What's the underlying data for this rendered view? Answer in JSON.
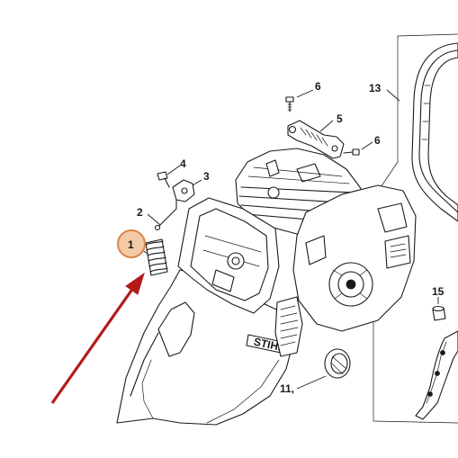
{
  "diagram": {
    "callouts": [
      {
        "id": "1",
        "label": "1"
      },
      {
        "id": "2",
        "label": "2"
      },
      {
        "id": "3",
        "label": "3"
      },
      {
        "id": "4",
        "label": "4"
      },
      {
        "id": "5",
        "label": "5"
      },
      {
        "id": "6a",
        "label": "6"
      },
      {
        "id": "6b",
        "label": "6"
      },
      {
        "id": "11",
        "label": "11,"
      },
      {
        "id": "13",
        "label": "13"
      },
      {
        "id": "15",
        "label": "15"
      }
    ],
    "brand_mark": "STIHL",
    "colors": {
      "highlight_circle_fill": "#f4c9a6",
      "highlight_circle_stroke": "#d9854a",
      "arrow": "#b31b1b",
      "line_art": "#1a1a1a"
    }
  }
}
